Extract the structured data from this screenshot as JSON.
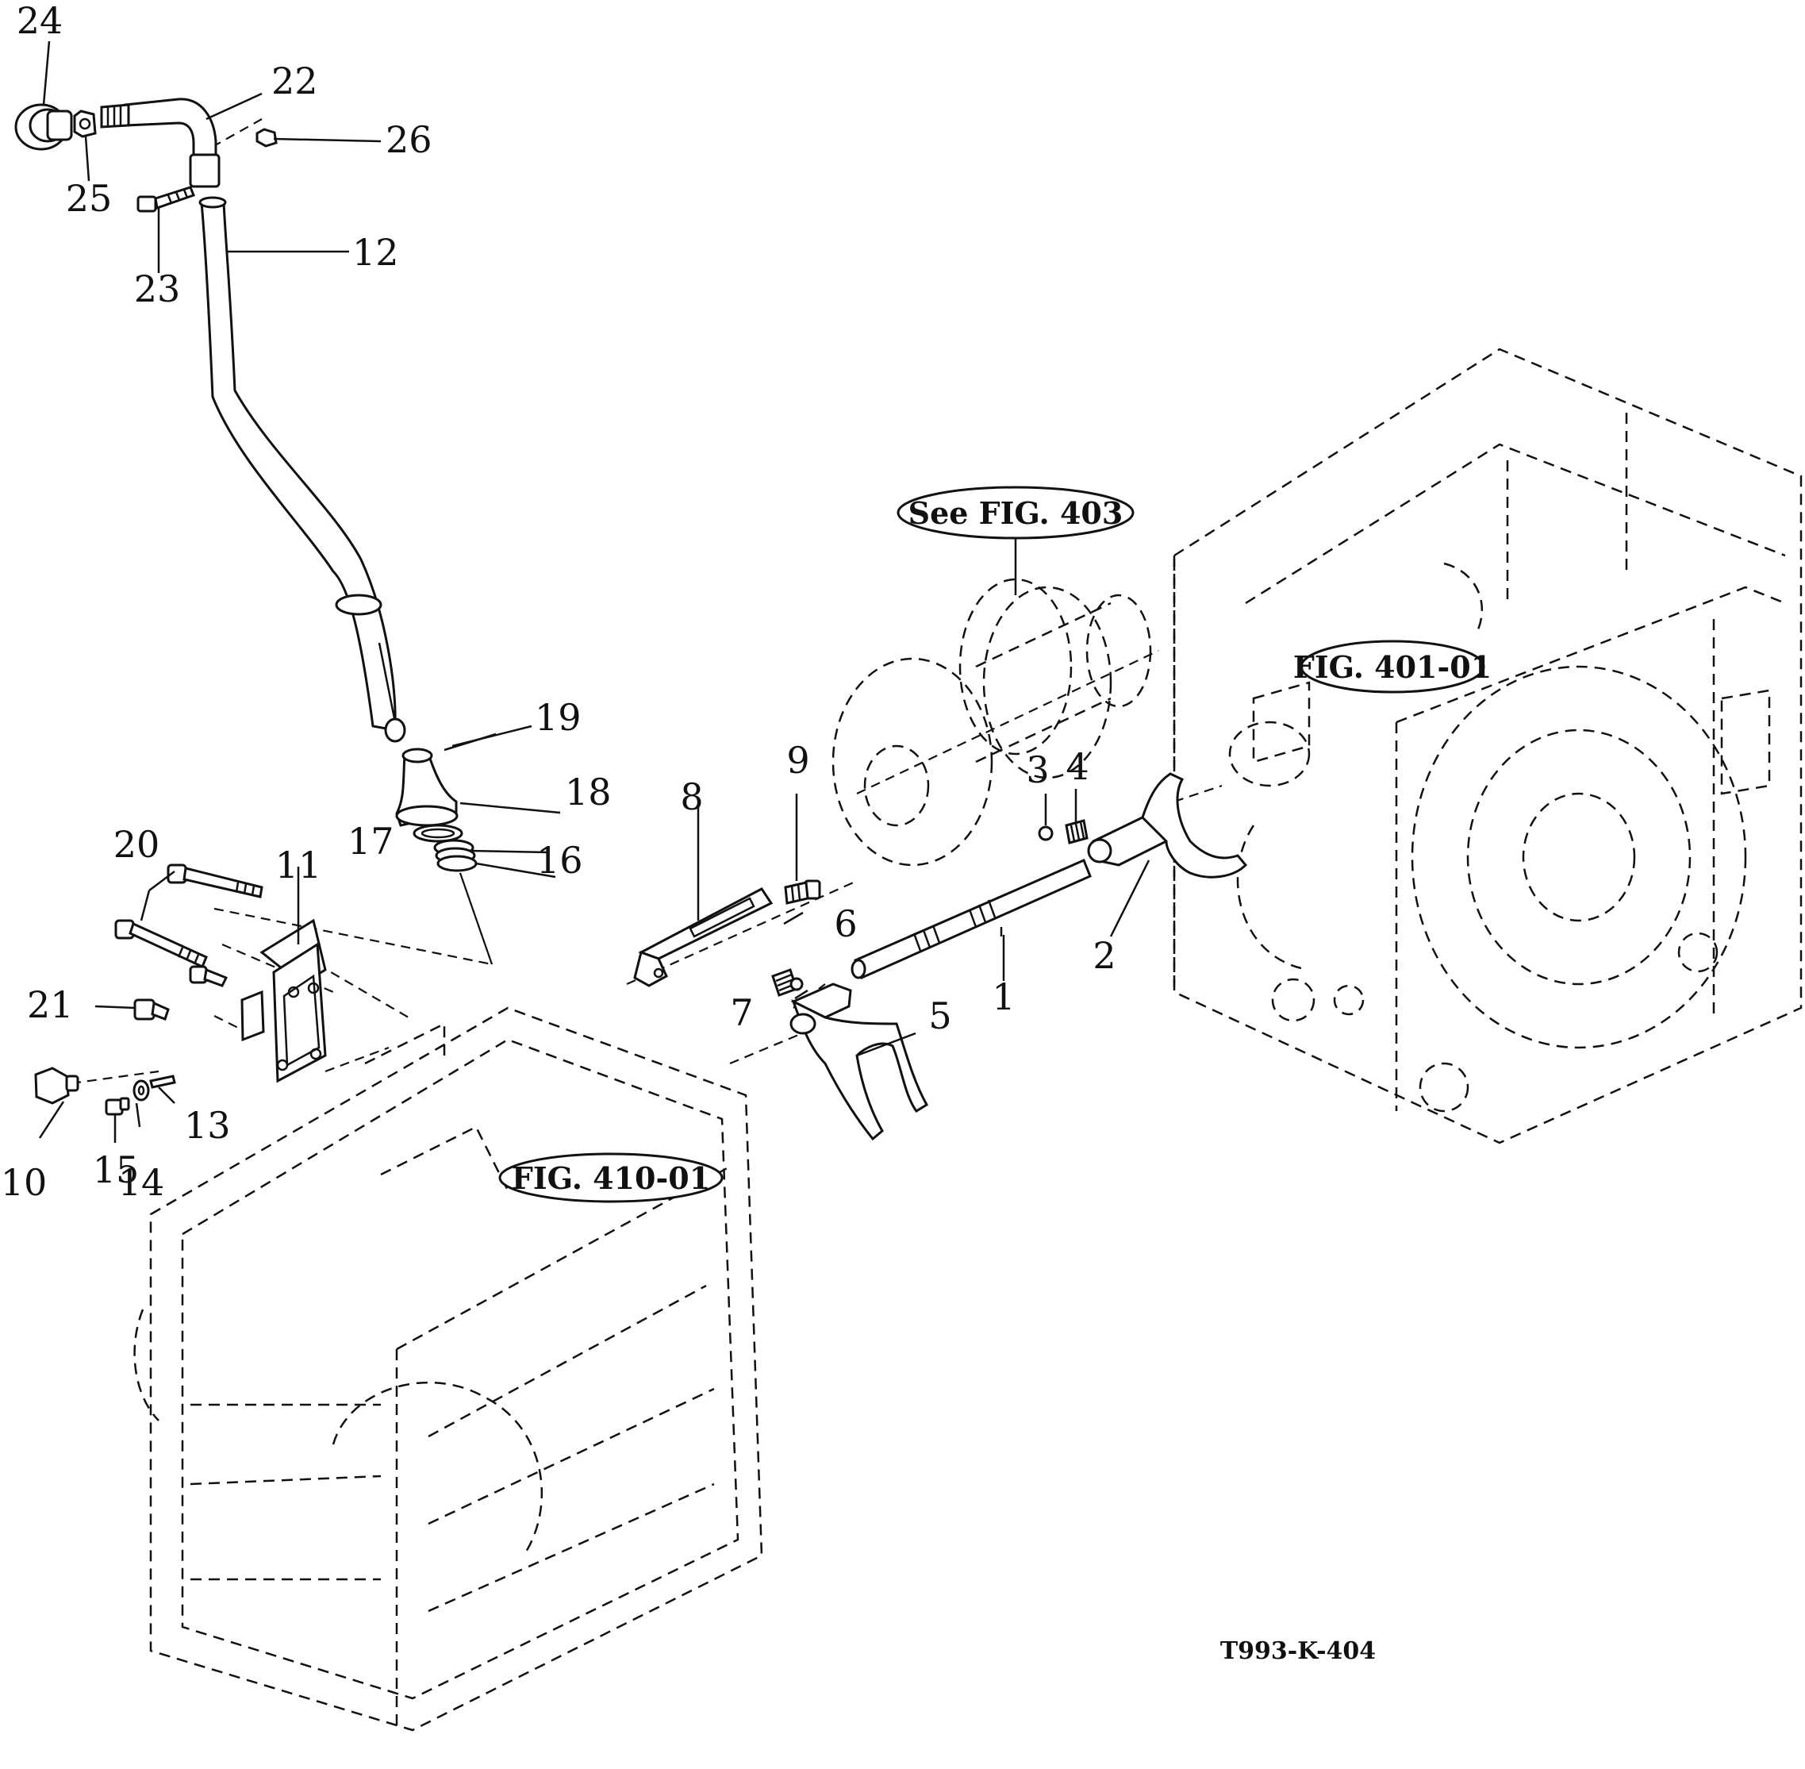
{
  "diagram": {
    "drawing_code": "T993-K-404",
    "references": {
      "fig_403": "See FIG. 403",
      "fig_401": "FIG. 401-01",
      "fig_410": "FIG. 410-01"
    },
    "part_labels": [
      "1",
      "2",
      "3",
      "4",
      "5",
      "6",
      "7",
      "8",
      "9",
      "10",
      "11",
      "12",
      "13",
      "14",
      "15",
      "16",
      "17",
      "18",
      "19",
      "20",
      "21",
      "22",
      "23",
      "24",
      "25",
      "26"
    ]
  }
}
